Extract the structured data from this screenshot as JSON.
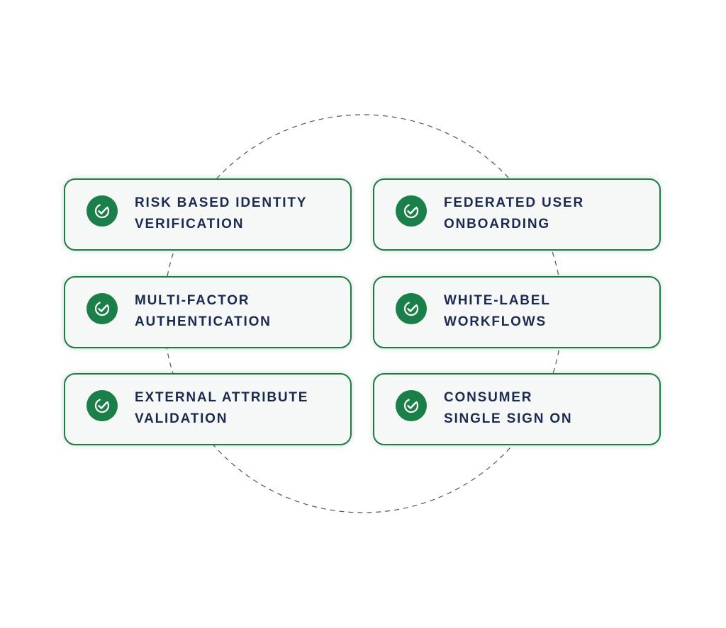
{
  "accent_color": "#1f7a45",
  "text_color": "#1b2a4e",
  "icon": "check-circle-icon",
  "features": [
    {
      "line1": "RISK BASED IDENTITY",
      "line2": "VERIFICATION"
    },
    {
      "line1": "FEDERATED USER",
      "line2": "ONBOARDING"
    },
    {
      "line1": "MULTI-FACTOR",
      "line2": "AUTHENTICATION"
    },
    {
      "line1": "WHITE-LABEL",
      "line2": "WORKFLOWS"
    },
    {
      "line1": "EXTERNAL ATTRIBUTE",
      "line2": "VALIDATION"
    },
    {
      "line1": "CONSUMER",
      "line2": "SINGLE SIGN ON"
    }
  ]
}
